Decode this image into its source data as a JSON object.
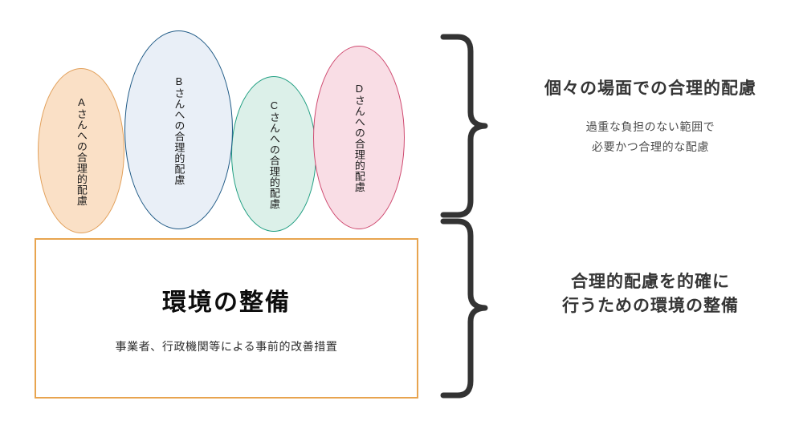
{
  "diagram": {
    "title_concept": "合理的配慮と環境の整備",
    "background_color": "#ffffff"
  },
  "ellipses": [
    {
      "id": "a",
      "label": "Aさんへの合理的配慮",
      "person": "A",
      "fill": "#fae0c6",
      "stroke": "#e2a05a",
      "icon": "ellipse-shape"
    },
    {
      "id": "b",
      "label": "Bさんへの合理的配慮",
      "person": "B",
      "fill": "#e9eff7",
      "stroke": "#1f5a86",
      "icon": "ellipse-shape"
    },
    {
      "id": "c",
      "label": "Cさんへの合理的配慮",
      "person": "C",
      "fill": "#dcf0e9",
      "stroke": "#1f9e81",
      "icon": "ellipse-shape"
    },
    {
      "id": "d",
      "label": "Dさんへの合理的配慮",
      "person": "D",
      "fill": "#f9dde5",
      "stroke": "#cf4a70",
      "icon": "ellipse-shape"
    }
  ],
  "environment_box": {
    "title": "環境の整備",
    "subtitle": "事業者、行政機関等による事前的改善措置",
    "border_color": "#e8a44f",
    "fill": "#ffffff"
  },
  "braces": {
    "color": "#333333",
    "upper": {
      "icon": "right-curly-brace-icon"
    },
    "lower": {
      "icon": "right-curly-brace-icon"
    }
  },
  "right_upper": {
    "heading": "個々の場面での合理的配慮",
    "sub_line_1": "過重な負担のない範囲で",
    "sub_line_2": "必要かつ合理的な配慮",
    "heading_color": "#353535",
    "sub_color": "#4b4b4b"
  },
  "right_lower": {
    "heading_line_1": "合理的配慮を的確に",
    "heading_line_2": "行うための環境の整備",
    "heading_color": "#353535"
  }
}
